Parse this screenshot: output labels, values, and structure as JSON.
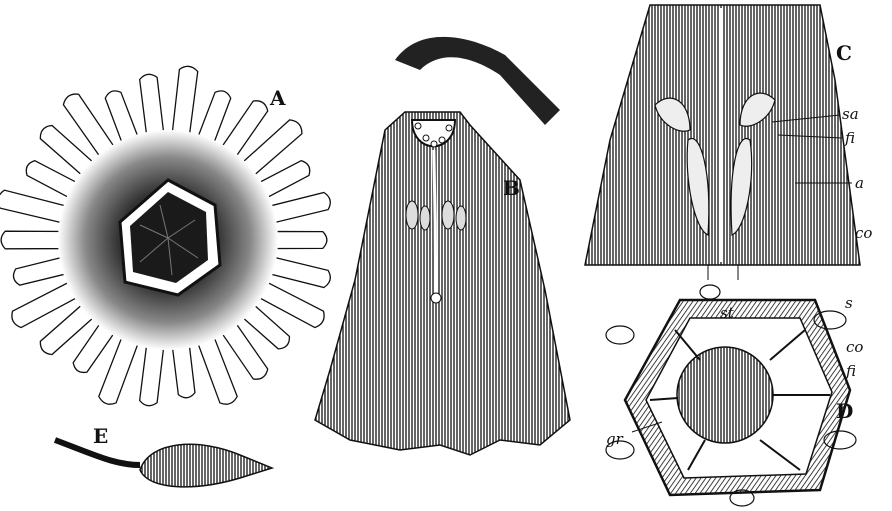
{
  "figure_labels": {
    "a": "A",
    "b": "B",
    "c": "C",
    "d": "D",
    "e": "E"
  },
  "part_labels_c": {
    "sa": "sa",
    "fi": "fi",
    "a": "a",
    "co": "co"
  },
  "part_labels_d": {
    "s": "s",
    "co": "co",
    "fi": "fi",
    "gr": "gr",
    "st": "st"
  },
  "colors": {
    "ink": "#111111",
    "paper": "#ffffff"
  }
}
